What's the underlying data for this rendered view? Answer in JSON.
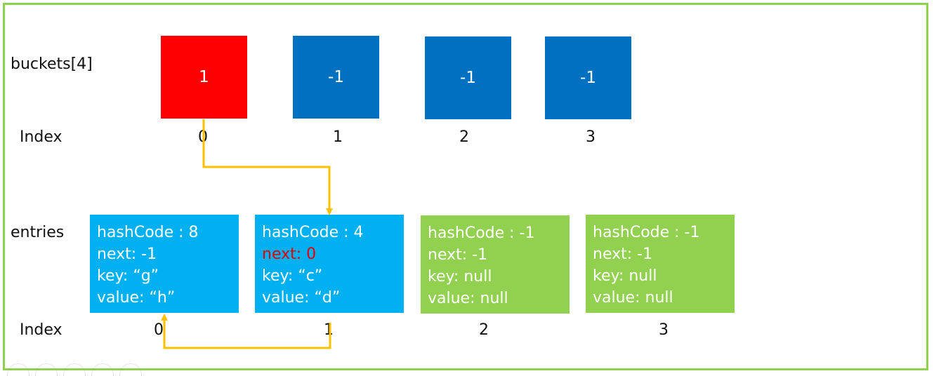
{
  "labels": {
    "buckets": "buckets[4]",
    "bucket_index": "Index",
    "entries": "entries",
    "entry_index": "Index"
  },
  "colors": {
    "frame": "#92d050",
    "bucket_active": "#ff0000",
    "bucket_empty": "#0070c0",
    "entry_used": "#00b0f0",
    "entry_free": "#92d050",
    "arrow": "#ffc000",
    "highlight_text": "#e00000"
  },
  "buckets": [
    {
      "value": "1",
      "index": "0",
      "state": "active"
    },
    {
      "value": "-1",
      "index": "1",
      "state": "empty"
    },
    {
      "value": "-1",
      "index": "2",
      "state": "empty"
    },
    {
      "value": "-1",
      "index": "3",
      "state": "empty"
    }
  ],
  "entries": [
    {
      "index": "0",
      "state": "used",
      "hashCode": "hashCode : 8",
      "next": "next: -1",
      "key": "key: “g”",
      "value": "value: “h”",
      "next_highlight": false
    },
    {
      "index": "1",
      "state": "used",
      "hashCode": "hashCode : 4",
      "next": "next: 0",
      "key": "key: “c”",
      "value": "value: “d”",
      "next_highlight": true
    },
    {
      "index": "2",
      "state": "free",
      "hashCode": "hashCode : -1",
      "next": "next: -1",
      "key": "key: null",
      "value": "value: null",
      "next_highlight": false
    },
    {
      "index": "3",
      "state": "free",
      "hashCode": "hashCode : -1",
      "next": "next: -1",
      "key": "key: null",
      "value": "value: null",
      "next_highlight": false
    }
  ]
}
